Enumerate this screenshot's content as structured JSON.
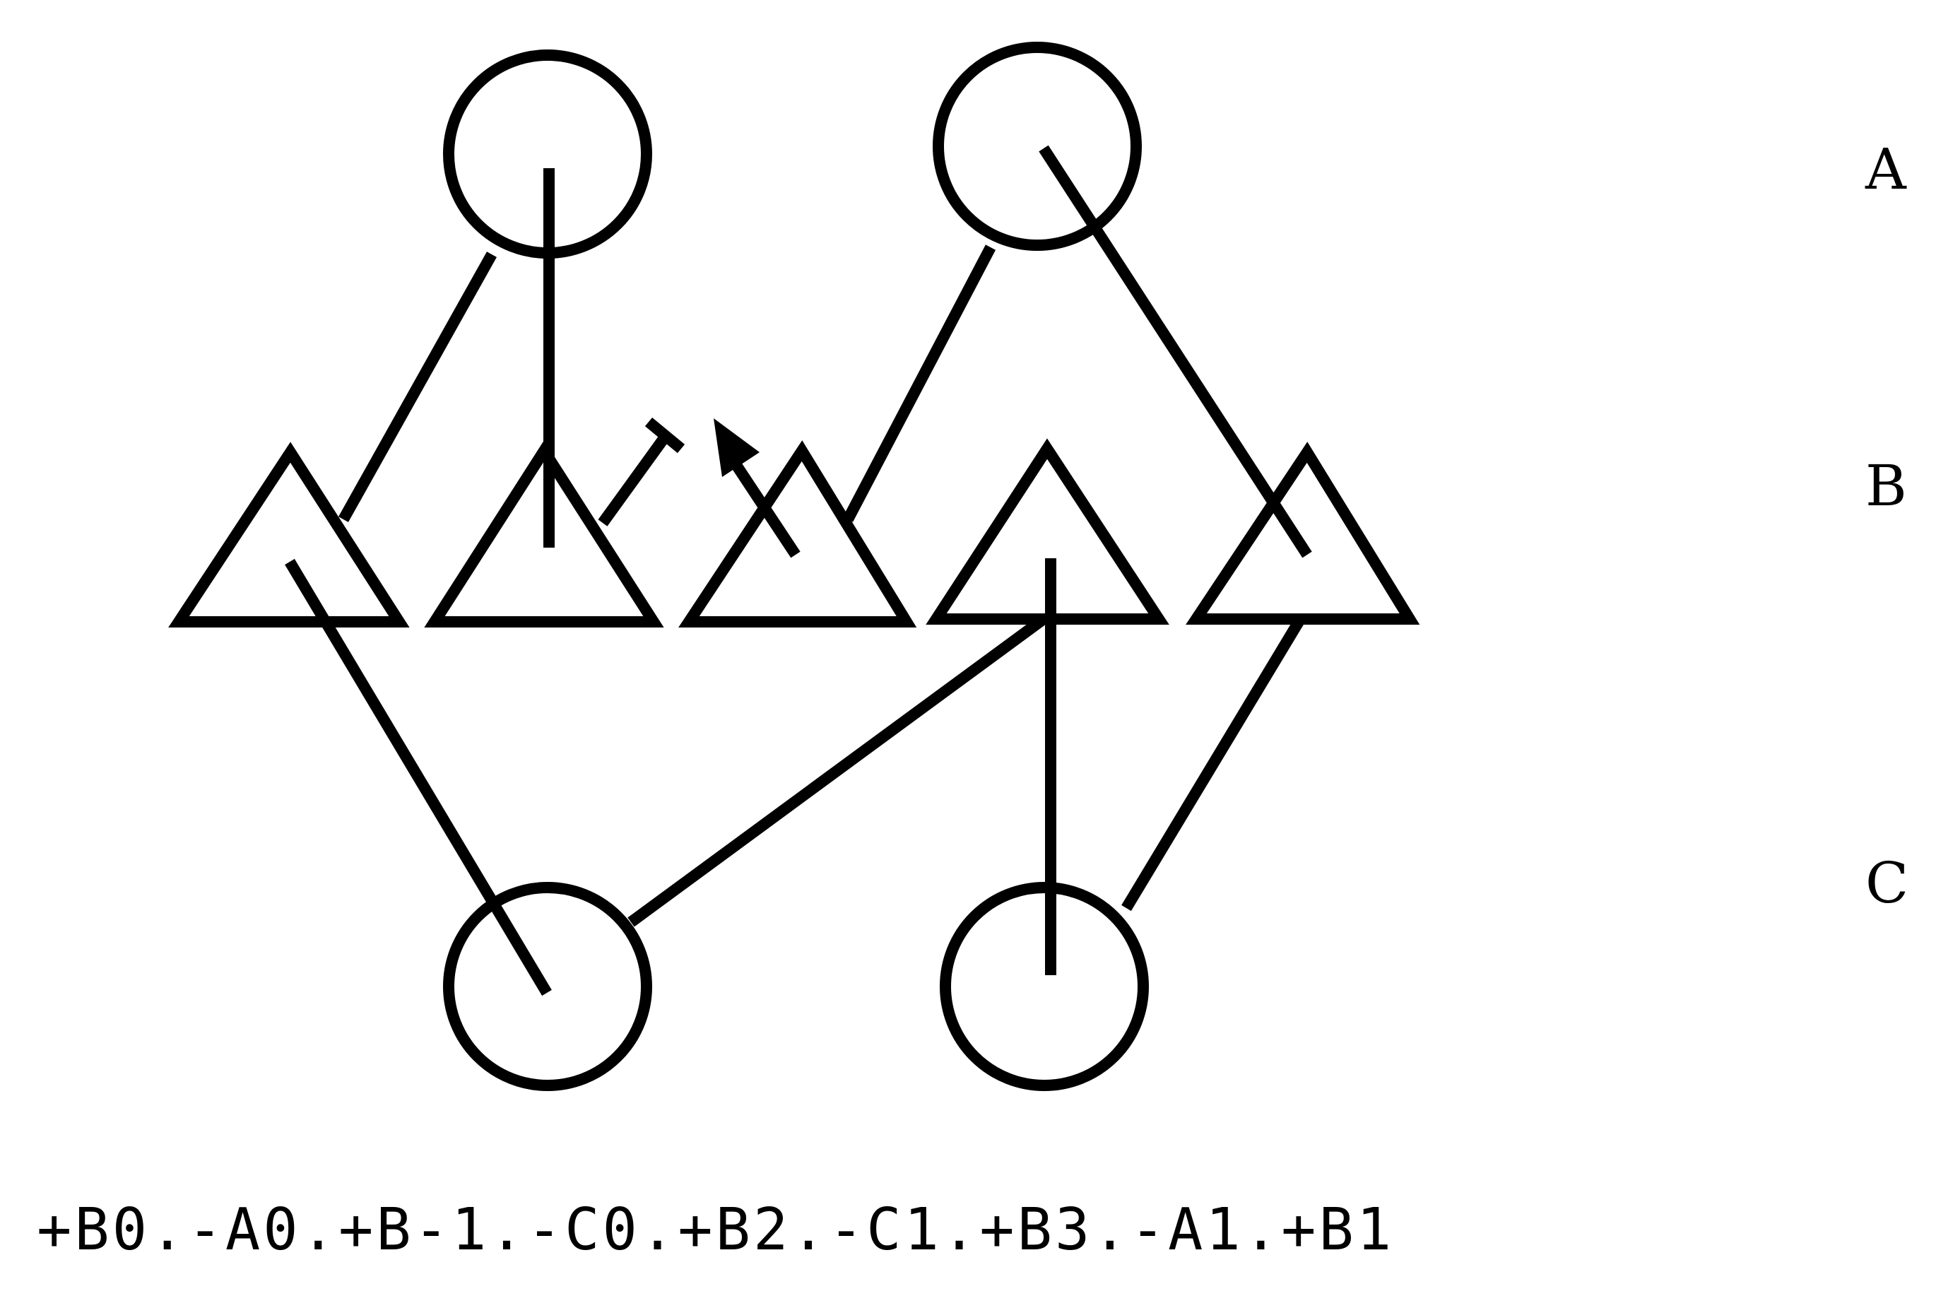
{
  "row_labels": {
    "a": "A",
    "b": "B",
    "c": "C"
  },
  "sequence": "+B0.-A0.+B-1.-C0.+B2.-C1.+B3.-A1.+B1",
  "colors": {
    "ink": "#000000",
    "background": "#ffffff"
  },
  "nodes": {
    "layer_a": [
      "circle",
      "circle"
    ],
    "layer_b": [
      "triangle",
      "triangle",
      "triangle",
      "triangle",
      "triangle"
    ],
    "layer_c": [
      "circle",
      "circle"
    ]
  },
  "markers": [
    "bar-end",
    "arrowhead"
  ]
}
